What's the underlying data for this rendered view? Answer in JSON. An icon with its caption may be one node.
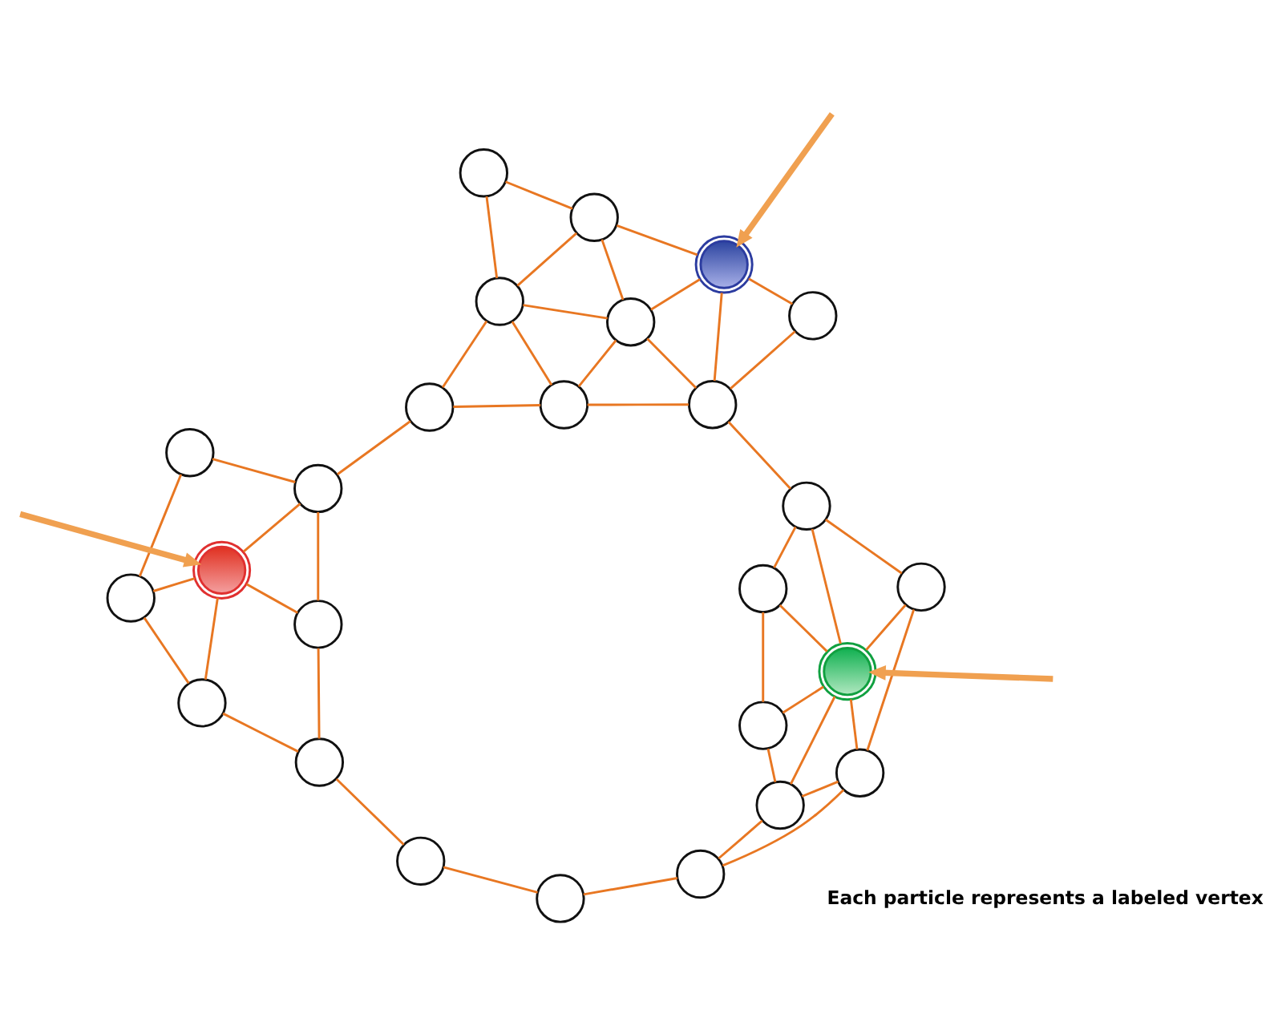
{
  "diagram": {
    "nodes": [
      {
        "text": [],
        "shape": "circle"
      },
      {
        "text": [],
        "shape": "circle"
      },
      {
        "text": [],
        "shape": "circle"
      },
      {
        "text": [],
        "shape": "circle"
      },
      {
        "text": [],
        "shape": "circle"
      },
      {
        "text": [],
        "shape": "circle"
      },
      {
        "text": [],
        "shape": "circle"
      },
      {
        "text": [],
        "shape": "circle"
      },
      {
        "text": [],
        "shape": "circle"
      },
      {
        "text": [],
        "shape": "circle"
      },
      {
        "text": [],
        "shape": "circle"
      },
      {
        "text": [],
        "shape": "circle"
      },
      {
        "text": [],
        "shape": "circle"
      },
      {
        "text": [],
        "shape": "circle"
      },
      {
        "text": [],
        "shape": "circle"
      },
      {
        "text": [],
        "shape": "circle"
      },
      {
        "text": [],
        "shape": "circle"
      },
      {
        "text": [],
        "shape": "circle"
      },
      {
        "text": [],
        "shape": "circle"
      },
      {
        "text": [],
        "shape": "circle"
      },
      {
        "text": [],
        "shape": "circle"
      },
      {
        "text": [],
        "shape": "circle"
      },
      {
        "text": [],
        "shape": "circle"
      },
      {
        "text": [],
        "shape": "circle"
      },
      {
        "text": [],
        "shape": "circle"
      },
      {
        "text": [],
        "shape": "circle"
      }
    ],
    "edges": [
      {
        "from": 1,
        "to": 0,
        "arrow": "none"
      },
      {
        "from": 0,
        "to": 3,
        "arrow": "none"
      },
      {
        "from": 1,
        "to": 5,
        "arrow": "none"
      },
      {
        "from": 1,
        "to": 7,
        "arrow": "none"
      },
      {
        "from": 5,
        "to": 7,
        "arrow": "none"
      },
      {
        "from": 5,
        "to": 3,
        "arrow": "none"
      },
      {
        "from": 5,
        "to": 9,
        "arrow": "none"
      },
      {
        "from": 3,
        "to": 9,
        "arrow": "none"
      },
      {
        "from": 7,
        "to": 12,
        "arrow": "none"
      },
      {
        "from": 12,
        "to": 9,
        "arrow": "none"
      },
      {
        "from": 3,
        "to": 4,
        "arrow": "none"
      },
      {
        "from": 12,
        "to": 14,
        "arrow": "none"
      },
      {
        "from": 4,
        "to": 6,
        "arrow": "none"
      },
      {
        "from": 4,
        "to": 10,
        "arrow": "none"
      },
      {
        "from": 6,
        "to": 2,
        "arrow": "none"
      },
      {
        "from": 2,
        "to": 8,
        "arrow": "none"
      },
      {
        "from": 6,
        "to": 8,
        "arrow": "none"
      },
      {
        "from": 6,
        "to": 11,
        "arrow": "none"
      },
      {
        "from": 10,
        "to": 6,
        "arrow": "none"
      },
      {
        "from": 10,
        "to": 11,
        "arrow": "none"
      },
      {
        "from": 10,
        "to": 15,
        "arrow": "none"
      },
      {
        "from": 11,
        "to": 8,
        "arrow": "none"
      },
      {
        "from": 11,
        "to": 13,
        "arrow": "none"
      },
      {
        "from": 11,
        "to": 15,
        "arrow": "none"
      },
      {
        "from": 8,
        "to": 13,
        "arrow": "none"
      },
      {
        "from": 13,
        "to": 15,
        "arrow": "none"
      },
      {
        "from": 13,
        "to": 16,
        "arrow": "none"
      },
      {
        "from": 15,
        "to": 16,
        "arrow": "none"
      },
      {
        "from": 15,
        "to": 19,
        "arrow": "none"
      },
      {
        "from": 14,
        "to": 18,
        "arrow": "none"
      },
      {
        "from": 18,
        "to": 21,
        "arrow": "none"
      },
      {
        "from": 21,
        "to": 20,
        "arrow": "none"
      },
      {
        "from": 21,
        "to": 23,
        "arrow": "none"
      },
      {
        "from": 20,
        "to": 17,
        "arrow": "none"
      },
      {
        "from": 20,
        "to": 22,
        "arrow": "none"
      },
      {
        "from": 20,
        "to": 23,
        "arrow": "none"
      },
      {
        "from": 17,
        "to": 22,
        "arrow": "none"
      },
      {
        "from": 17,
        "to": 19,
        "arrow": "none"
      },
      {
        "from": 19,
        "to": 22,
        "arrow": "none"
      },
      {
        "from": 19,
        "to": 24,
        "arrow": "none"
      },
      {
        "from": 22,
        "to": 23,
        "arrow": "none"
      },
      {
        "from": 22,
        "to": 25,
        "arrow": "none"
      },
      {
        "from": 22,
        "to": 24,
        "arrow": "none"
      },
      {
        "from": 23,
        "to": 25,
        "arrow": "none"
      },
      {
        "from": 25,
        "to": 24,
        "arrow": "none"
      },
      {
        "from": null,
        "to": 5,
        "arrow": "to",
        "style": "thick",
        "color": "#f0a050"
      },
      {
        "from": null,
        "to": 13,
        "arrow": "to",
        "style": "thick",
        "color": "#f0a050"
      },
      {
        "from": null,
        "to": 22,
        "arrow": "to",
        "style": "thick",
        "color": "#f0a050"
      }
    ],
    "labels": [
      "Each particle represents a labeled vertex"
    ]
  }
}
